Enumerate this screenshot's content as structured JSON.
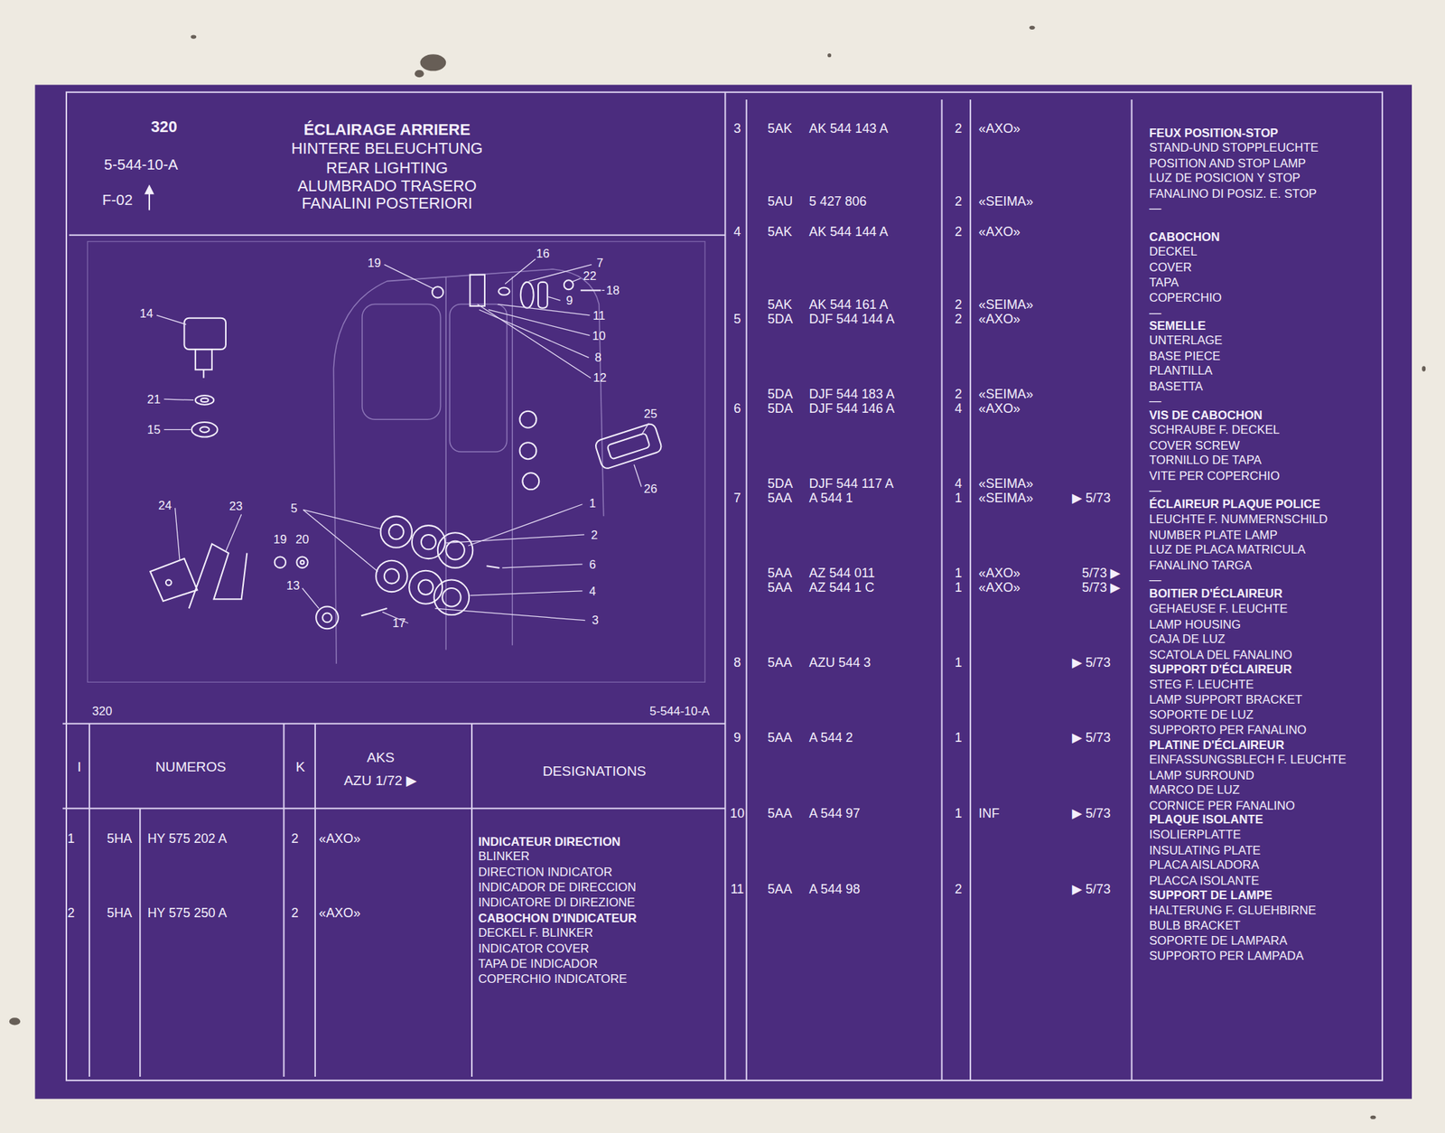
{
  "diagram": {
    "title": "ÉCLAIRAGE ARRIERE",
    "labels": [
      "320",
      "5-544-10-A",
      "F-02",
      "HINTERE BELEUCHTUNG",
      "REAR LIGHTING",
      "ALUMBRADO TRASERO",
      "FANALINI POSTERIORI",
      "19",
      "16",
      "7",
      "22",
      "18",
      "9",
      "11",
      "10",
      "8",
      "12",
      "14",
      "21",
      "15",
      "25",
      "26",
      "24",
      "23",
      "5",
      "1",
      "19",
      "20",
      "2",
      "6",
      "13",
      "4",
      "17",
      "3",
      "320",
      "5-544-10-A",
      "I",
      "NUMEROS",
      "K",
      "AKS",
      "AZU 1/72 ▶",
      "DESIGNATIONS",
      "1",
      "5HA",
      "HY 575 202 A",
      "2",
      "«AXO»",
      "INDICATEUR DIRECTION",
      "BLINKER",
      "DIRECTION INDICATOR",
      "INDICADOR DE DIRECCION",
      "INDICATORE DI DIREZIONE",
      "2",
      "5HA",
      "HY 575 250 A",
      "2",
      "«AXO»",
      "CABOCHON D'INDICATEUR",
      "DECKEL F. BLINKER",
      "INDICATOR COVER",
      "TAPA DE INDICADOR",
      "COPERCHIO INDICATORE",
      "3",
      "5AK",
      "AK 544 143 A",
      "2",
      "«AXO»",
      "FEUX POSITION-STOP",
      "STAND-UND STOPPLEUCHTE",
      "POSITION AND STOP LAMP",
      "LUZ DE POSICION Y STOP",
      "FANALINO DI POSIZ. E. STOP",
      "—",
      "5AU",
      "5 427 806",
      "2",
      "«SEIMA»",
      "4",
      "5AK",
      "AK 544 144 A",
      "2",
      "«AXO»",
      "CABOCHON",
      "DECKEL",
      "COVER",
      "TAPA",
      "COPERCHIO",
      "—",
      "5AK",
      "AK 544 161 A",
      "2",
      "«SEIMA»",
      "5",
      "5DA",
      "DJF 544 144 A",
      "2",
      "«AXO»",
      "SEMELLE",
      "UNTERLAGE",
      "BASE PIECE",
      "PLANTILLA",
      "BASETTA",
      "—",
      "5DA",
      "DJF 544 183 A",
      "2",
      "«SEIMA»",
      "6",
      "5DA",
      "DJF 544 146 A",
      "4",
      "«AXO»",
      "VIS DE CABOCHON",
      "SCHRAUBE F. DECKEL",
      "COVER SCREW",
      "TORNILLO DE TAPA",
      "VITE PER COPERCHIO",
      "—",
      "5DA",
      "DJF 544 117 A",
      "4",
      "«SEIMA»",
      "7",
      "5AA",
      "A 544 1",
      "1",
      "«SEIMA»",
      "▶ 5/73",
      "ÉCLAIREUR PLAQUE POLICE",
      "LEUCHTE F. NUMMERNSCHILD",
      "NUMBER PLATE LAMP",
      "LUZ DE PLACA MATRICULA",
      "FANALINO TARGA",
      "—",
      "5AA",
      "AZ 544 011",
      "1",
      "«AXO»",
      "5/73 ▶",
      "5AA",
      "AZ 544 1 C",
      "1",
      "«AXO»",
      "5/73 ▶",
      "BOITIER D'ÉCLAIREUR",
      "GEHAEUSE F. LEUCHTE",
      "LAMP HOUSING",
      "CAJA DE LUZ",
      "SCATOLA DEL FANALINO",
      "8",
      "5AA",
      "AZU 544 3",
      "1",
      "▶ 5/73",
      "SUPPORT D'ÉCLAIREUR",
      "STEG F. LEUCHTE",
      "LAMP SUPPORT BRACKET",
      "SOPORTE DE LUZ",
      "SUPPORTO PER FANALINO",
      "9",
      "5AA",
      "A 544 2",
      "1",
      "▶ 5/73",
      "PLATINE D'ÉCLAIREUR",
      "EINFASSUNGSBLECH F. LEUCHTE",
      "LAMP SURROUND",
      "MARCO DE LUZ",
      "CORNICE PER FANALINO",
      "10",
      "5AA",
      "A 544 97",
      "1",
      "INF",
      "▶ 5/73",
      "PLAQUE ISOLANTE",
      "ISOLIERPLATTE",
      "INSULATING PLATE",
      "PLACA AISLADORA",
      "PLACCA ISOLANTE",
      "11",
      "5AA",
      "A 544 98",
      "2",
      "▶ 5/73",
      "SUPPORT DE LAMPE",
      "HALTERUNG F. GLUEHBIRNE",
      "BULB BRACKET",
      "SOPORTE DE LAMPARA",
      "SUPPORTO PER LAMPADA"
    ]
  }
}
